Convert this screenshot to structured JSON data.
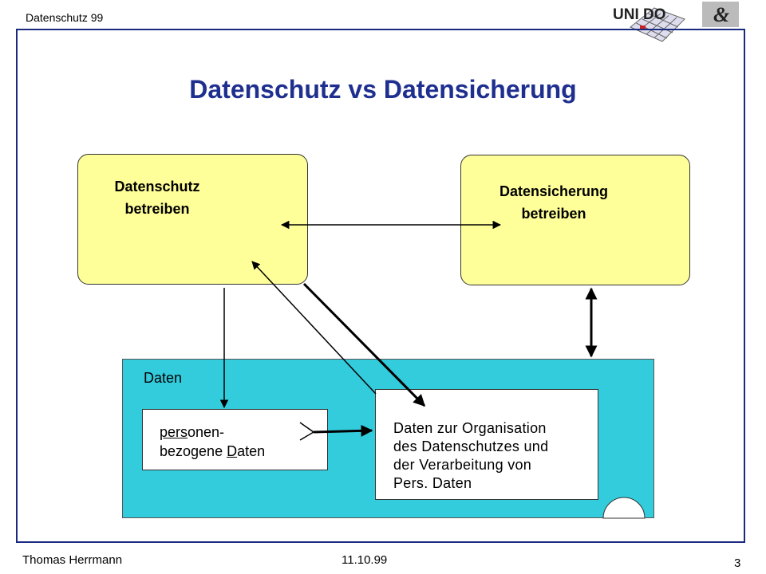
{
  "header": {
    "course": "Datenschutz 99"
  },
  "logo": {
    "uni_text": "UNI DO",
    "iug_text": "&"
  },
  "title": "Datenschutz vs Datensicherung",
  "boxes": {
    "datenschutz": {
      "line1": "Datenschutz",
      "line2": "betreiben"
    },
    "datensicherung": {
      "line1": "Datensicherung",
      "line2": "betreiben"
    }
  },
  "data_area": {
    "label": "Daten",
    "personal": {
      "line1_a": "pers",
      "line1_b": "onen-",
      "line2_a": "bezogene ",
      "line2_b": "D",
      "line2_c": "aten"
    },
    "organisation": {
      "line1": "Daten zur Organisation",
      "line2": "des Datenschutzes und",
      "line3": "der Verarbeitung von",
      "line4": "Pers. Daten"
    }
  },
  "footer": {
    "author": "Thomas Herrmann",
    "date": "11.10.99",
    "page": "3"
  },
  "colors": {
    "title": "#1f2f8f",
    "frame": "#1a2a80",
    "process_box": "#ffff99",
    "data_area": "#33ccdd"
  }
}
